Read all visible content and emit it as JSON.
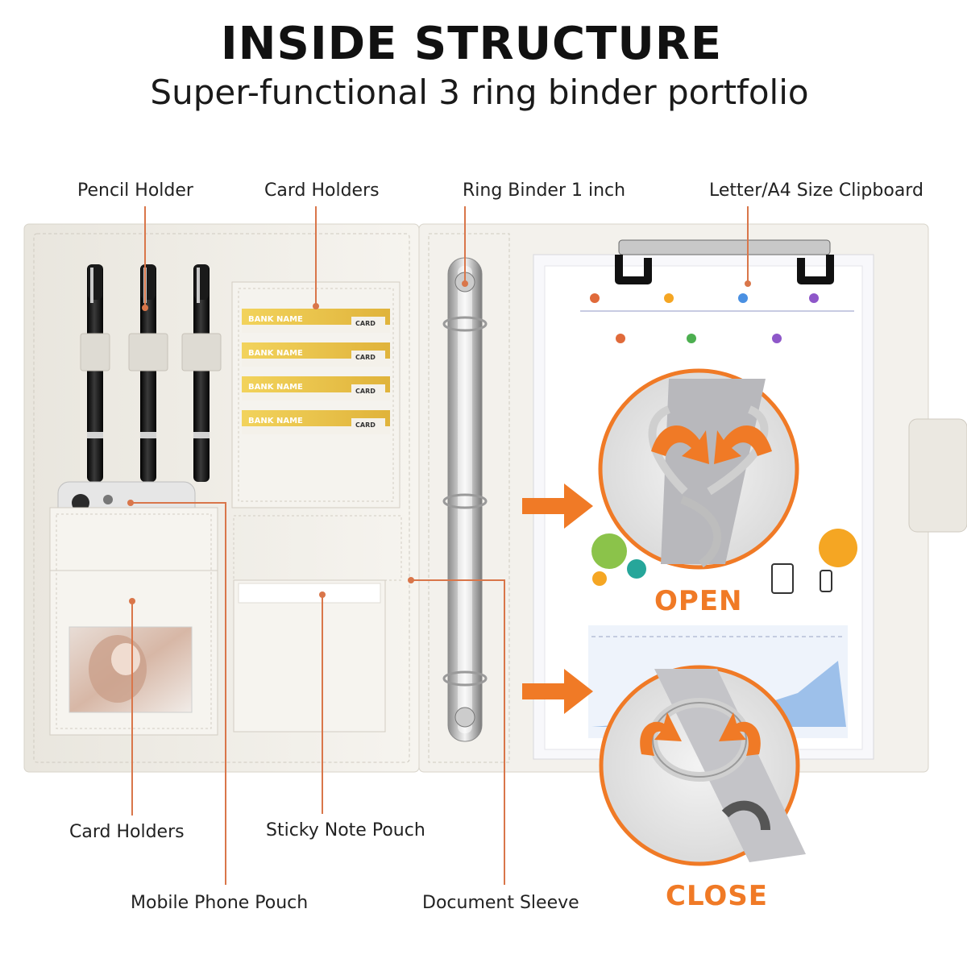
{
  "heading": {
    "title": "INSIDE STRUCTURE",
    "subtitle": "Super-functional 3 ring binder portfolio"
  },
  "labels": {
    "pencil_holder": "Pencil Holder",
    "card_holders_top": "Card Holders",
    "ring_binder": "Ring Binder 1 inch",
    "clipboard": "Letter/A4 Size Clipboard",
    "card_holders_bottom": "Card Holders",
    "sticky_note_pouch": "Sticky Note Pouch",
    "mobile_phone_pouch": "Mobile Phone Pouch",
    "document_sleeve": "Document Sleeve"
  },
  "cards": {
    "bank_name": "BANK NAME",
    "card_tag": "CARD"
  },
  "callouts": {
    "open": "OPEN",
    "close": "CLOSE"
  },
  "colors": {
    "accent": "#f07a26",
    "leader": "#d9764a",
    "leather": "#f1efe9",
    "card_gold": "#e8c34a"
  }
}
